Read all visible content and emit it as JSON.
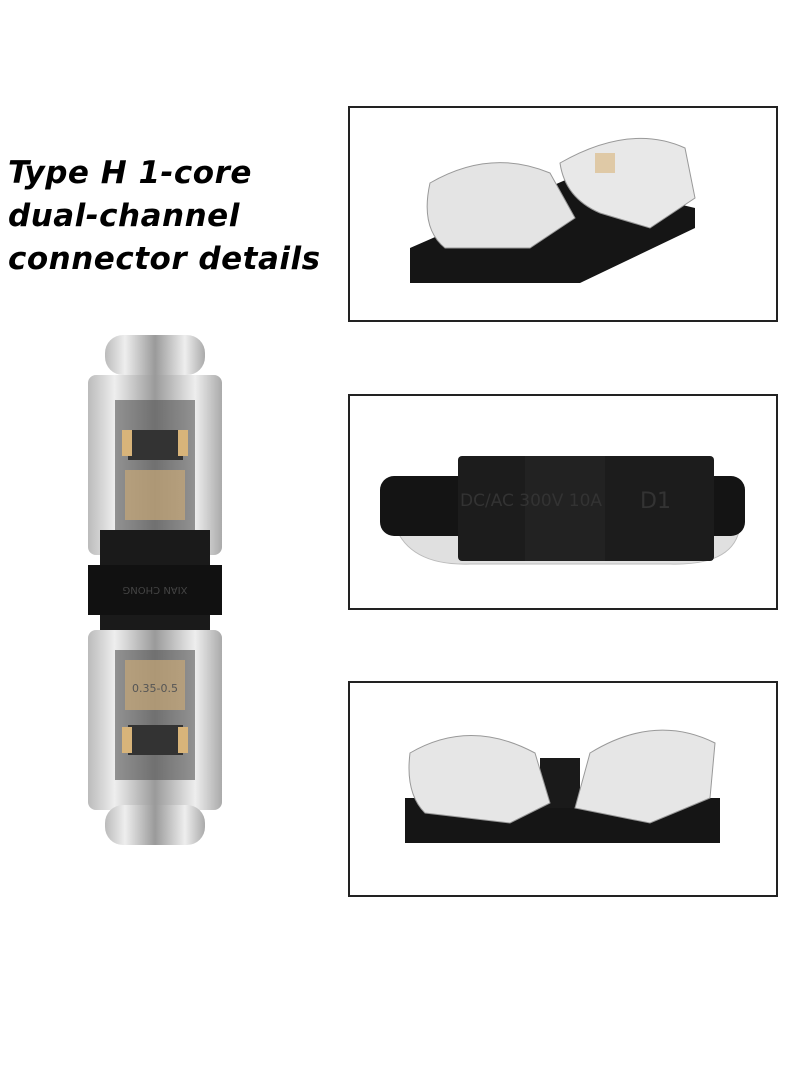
{
  "title": {
    "lines": [
      "Type H 1-core",
      "dual-channel",
      "connector details"
    ]
  },
  "product_markings": {
    "side": "DC/AC 300V 10A",
    "code": "D1",
    "brand": "XIAN CHONG",
    "gauge": "0.35-0.5"
  },
  "colors": {
    "body": "#1a1a1a",
    "clear": "#d8d8d8",
    "contact": "#d8b47a",
    "frame": "#222222"
  },
  "images": [
    {
      "name": "vertical-top-view"
    },
    {
      "name": "open-angled-view"
    },
    {
      "name": "closed-side-view"
    },
    {
      "name": "open-front-view"
    }
  ]
}
